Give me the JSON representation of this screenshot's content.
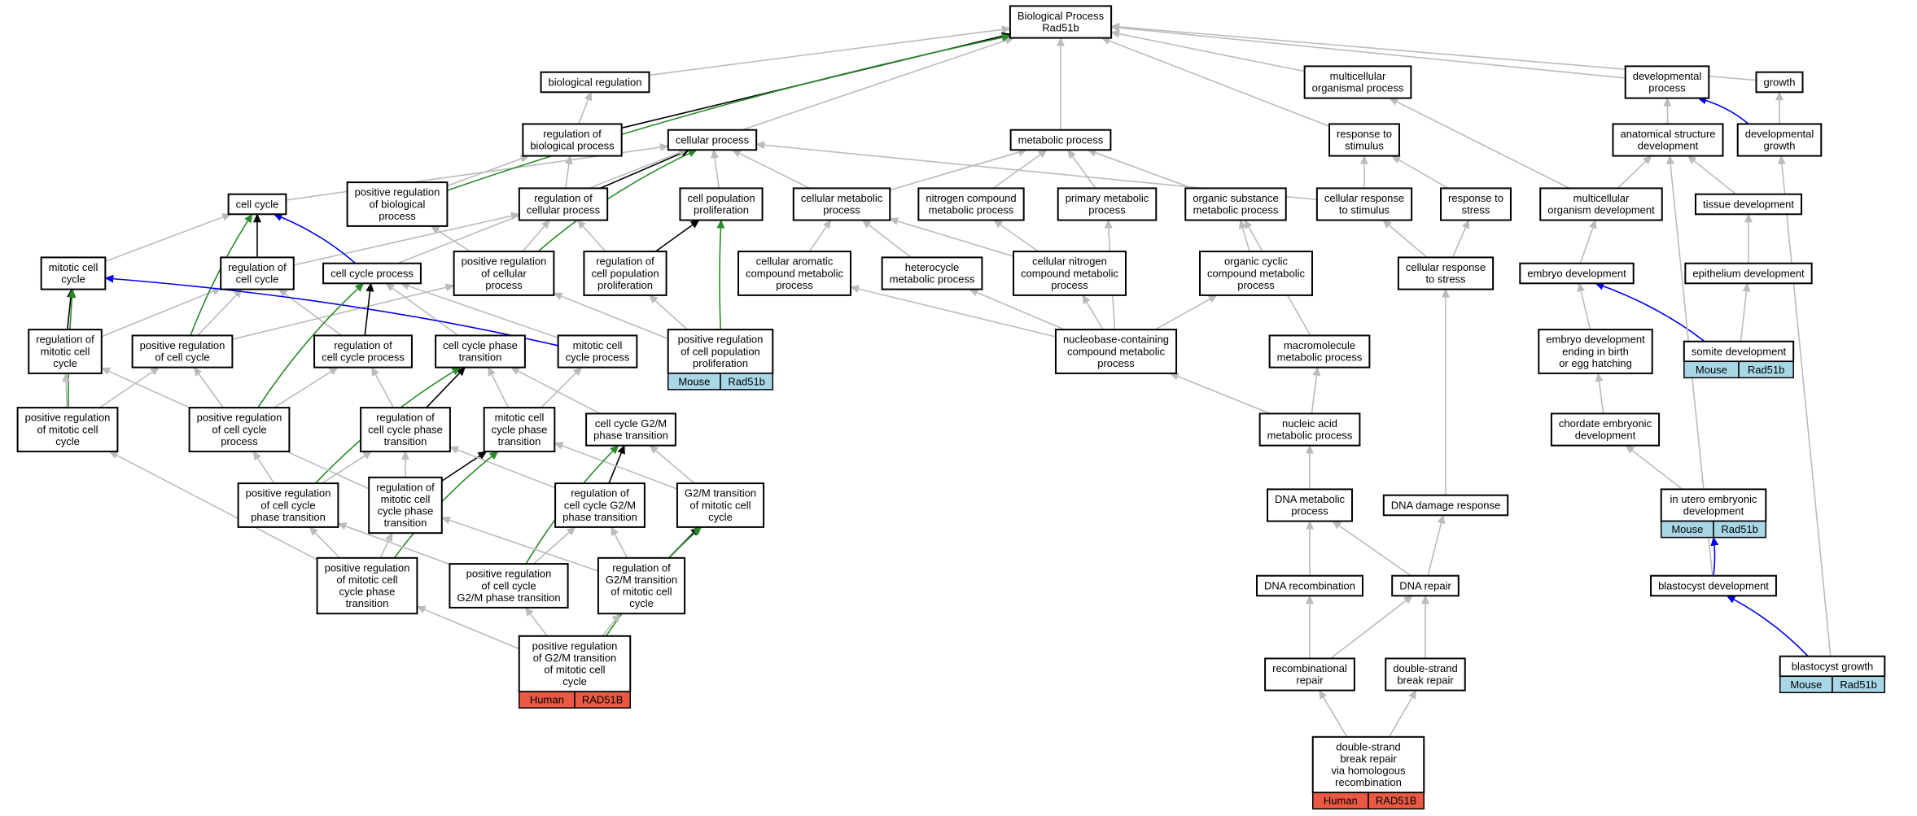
{
  "title": "Biological Process Rad51b",
  "colors": {
    "edge_is_a": "#bbbbbb",
    "edge_part_of": "#000000",
    "edge_positively_regulates": "#2a8a2a",
    "edge_regulates_direct": "#0000ee",
    "tag_mouse": "#a9d7e6",
    "tag_human": "#ea5a43"
  },
  "nodes": [
    {
      "id": "bp",
      "lines": [
        "Biological Process",
        "Rad51b"
      ]
    },
    {
      "id": "bioreg",
      "lines": [
        "biological regulation"
      ]
    },
    {
      "id": "multiorg",
      "lines": [
        "multicellular",
        "organismal process"
      ]
    },
    {
      "id": "devproc",
      "lines": [
        "developmental",
        "process"
      ]
    },
    {
      "id": "growth",
      "lines": [
        "growth"
      ]
    },
    {
      "id": "regbio",
      "lines": [
        "regulation of",
        "biological process"
      ]
    },
    {
      "id": "cellproc",
      "lines": [
        "cellular process"
      ]
    },
    {
      "id": "metab",
      "lines": [
        "metabolic process"
      ]
    },
    {
      "id": "respstim",
      "lines": [
        "response to",
        "stimulus"
      ]
    },
    {
      "id": "anatdev",
      "lines": [
        "anatomical structure",
        "development"
      ]
    },
    {
      "id": "devgrowth",
      "lines": [
        "developmental",
        "growth"
      ]
    },
    {
      "id": "cellcycle",
      "lines": [
        "cell cycle"
      ]
    },
    {
      "id": "posregbio",
      "lines": [
        "positive regulation",
        "of biological",
        "process"
      ]
    },
    {
      "id": "regcell",
      "lines": [
        "regulation of",
        "cellular process"
      ]
    },
    {
      "id": "cellpopprol",
      "lines": [
        "cell population",
        "proliferation"
      ]
    },
    {
      "id": "cellmetab",
      "lines": [
        "cellular metabolic",
        "process"
      ]
    },
    {
      "id": "nitrometab",
      "lines": [
        "nitrogen compound",
        "metabolic process"
      ]
    },
    {
      "id": "primmetab",
      "lines": [
        "primary metabolic",
        "process"
      ]
    },
    {
      "id": "orgsubst",
      "lines": [
        "organic substance",
        "metabolic process"
      ]
    },
    {
      "id": "cellresp",
      "lines": [
        "cellular response",
        "to stimulus"
      ]
    },
    {
      "id": "respstress",
      "lines": [
        "response to",
        "stress"
      ]
    },
    {
      "id": "multidev",
      "lines": [
        "multicellular",
        "organism development"
      ]
    },
    {
      "id": "tissuedev",
      "lines": [
        "tissue development"
      ]
    },
    {
      "id": "mitcc",
      "lines": [
        "mitotic cell",
        "cycle"
      ]
    },
    {
      "id": "regcc",
      "lines": [
        "regulation of",
        "cell cycle"
      ]
    },
    {
      "id": "ccproc",
      "lines": [
        "cell cycle process"
      ]
    },
    {
      "id": "posregcell",
      "lines": [
        "positive regulation",
        "of cellular",
        "process"
      ]
    },
    {
      "id": "regcellpop",
      "lines": [
        "regulation of",
        "cell population",
        "proliferation"
      ]
    },
    {
      "id": "cellarom",
      "lines": [
        "cellular aromatic",
        "compound metabolic",
        "process"
      ]
    },
    {
      "id": "hetero",
      "lines": [
        "heterocycle",
        "metabolic process"
      ]
    },
    {
      "id": "cellnitro",
      "lines": [
        "cellular nitrogen",
        "compound metabolic",
        "process"
      ]
    },
    {
      "id": "orgcyclic",
      "lines": [
        "organic cyclic",
        "compound metabolic",
        "process"
      ]
    },
    {
      "id": "cellrespstress",
      "lines": [
        "cellular response",
        "to stress"
      ]
    },
    {
      "id": "embryodev",
      "lines": [
        "embryo development"
      ]
    },
    {
      "id": "epithdev",
      "lines": [
        "epithelium development"
      ]
    },
    {
      "id": "regmitcc",
      "lines": [
        "regulation of",
        "mitotic cell",
        "cycle"
      ]
    },
    {
      "id": "posregcc",
      "lines": [
        "positive regulation",
        "of cell cycle"
      ]
    },
    {
      "id": "regccproc",
      "lines": [
        "regulation of",
        "cell cycle process"
      ]
    },
    {
      "id": "ccphase",
      "lines": [
        "cell cycle phase",
        "transition"
      ]
    },
    {
      "id": "mitccproc",
      "lines": [
        "mitotic cell",
        "cycle process"
      ]
    },
    {
      "id": "posregcellpop",
      "lines": [
        "positive regulation",
        "of cell population",
        "proliferation"
      ],
      "tags": [
        "Mouse",
        "Rad51b"
      ]
    },
    {
      "id": "nucleobase",
      "lines": [
        "nucleobase-containing",
        "compound metabolic",
        "process"
      ]
    },
    {
      "id": "macromol",
      "lines": [
        "macromolecule",
        "metabolic process"
      ]
    },
    {
      "id": "embryoend",
      "lines": [
        "embryo development",
        "ending in birth",
        "or egg hatching"
      ]
    },
    {
      "id": "somite",
      "lines": [
        "somite development"
      ],
      "tags": [
        "Mouse",
        "Rad51b"
      ]
    },
    {
      "id": "posregmitcc",
      "lines": [
        "positive regulation",
        "of mitotic cell",
        "cycle"
      ]
    },
    {
      "id": "posregccproc",
      "lines": [
        "positive regulation",
        "of cell cycle",
        "process"
      ]
    },
    {
      "id": "regccphase",
      "lines": [
        "regulation of",
        "cell cycle phase",
        "transition"
      ]
    },
    {
      "id": "mitccphase",
      "lines": [
        "mitotic cell",
        "cycle phase",
        "transition"
      ]
    },
    {
      "id": "ccg2m",
      "lines": [
        "cell cycle G2/M",
        "phase transition"
      ]
    },
    {
      "id": "nucacid",
      "lines": [
        "nucleic acid",
        "metabolic process"
      ]
    },
    {
      "id": "chordate",
      "lines": [
        "chordate embryonic",
        "development"
      ]
    },
    {
      "id": "posregccphase",
      "lines": [
        "positive regulation",
        "of cell cycle",
        "phase transition"
      ]
    },
    {
      "id": "regmitccphase",
      "lines": [
        "regulation of",
        "mitotic cell",
        "cycle phase",
        "transition"
      ]
    },
    {
      "id": "regccg2m",
      "lines": [
        "regulation of",
        "cell cycle G2/M",
        "phase transition"
      ]
    },
    {
      "id": "g2mmit",
      "lines": [
        "G2/M transition",
        "of mitotic cell",
        "cycle"
      ]
    },
    {
      "id": "dnametab",
      "lines": [
        "DNA metabolic",
        "process"
      ]
    },
    {
      "id": "dnadamage",
      "lines": [
        "DNA damage response"
      ]
    },
    {
      "id": "inutero",
      "lines": [
        "in utero embryonic",
        "development"
      ],
      "tags": [
        "Mouse",
        "Rad51b"
      ]
    },
    {
      "id": "posregmitccphase",
      "lines": [
        "positive regulation",
        "of mitotic cell",
        "cycle phase",
        "transition"
      ]
    },
    {
      "id": "posregccg2m",
      "lines": [
        "positive regulation",
        "of cell cycle",
        "G2/M phase transition"
      ]
    },
    {
      "id": "regg2mmit",
      "lines": [
        "regulation of",
        "G2/M transition",
        "of mitotic cell",
        "cycle"
      ]
    },
    {
      "id": "dnarecomb",
      "lines": [
        "DNA recombination"
      ]
    },
    {
      "id": "dnarepair",
      "lines": [
        "DNA repair"
      ]
    },
    {
      "id": "blastdev",
      "lines": [
        "blastocyst development"
      ]
    },
    {
      "id": "posregg2mmit",
      "lines": [
        "positive regulation",
        "of G2/M transition",
        "of mitotic cell",
        "cycle"
      ],
      "tags": [
        "Human",
        "RAD51B"
      ]
    },
    {
      "id": "recombrepair",
      "lines": [
        "recombinational",
        "repair"
      ]
    },
    {
      "id": "dsbrepair",
      "lines": [
        "double-strand",
        "break repair"
      ]
    },
    {
      "id": "blastgrowth",
      "lines": [
        "blastocyst growth"
      ],
      "tags": [
        "Mouse",
        "Rad51b"
      ]
    },
    {
      "id": "dsbhomol",
      "lines": [
        "double-strand",
        "break repair",
        "via homologous",
        "recombination"
      ],
      "tags": [
        "Human",
        "RAD51B"
      ]
    }
  ],
  "edges": [
    [
      "bioreg",
      "bp",
      "is_a"
    ],
    [
      "multiorg",
      "bp",
      "is_a"
    ],
    [
      "devproc",
      "bp",
      "is_a"
    ],
    [
      "growth",
      "bp",
      "is_a"
    ],
    [
      "regbio",
      "bp",
      "part_of"
    ],
    [
      "regbio",
      "bioreg",
      "is_a"
    ],
    [
      "cellproc",
      "bp",
      "is_a"
    ],
    [
      "metab",
      "bp",
      "is_a"
    ],
    [
      "respstim",
      "bp",
      "is_a"
    ],
    [
      "anatdev",
      "devproc",
      "is_a"
    ],
    [
      "devgrowth",
      "devproc",
      "regulates"
    ],
    [
      "devgrowth",
      "growth",
      "is_a"
    ],
    [
      "cellcycle",
      "cellproc",
      "is_a"
    ],
    [
      "posregbio",
      "bp",
      "positively_regulates"
    ],
    [
      "posregbio",
      "regbio",
      "is_a"
    ],
    [
      "regcell",
      "regbio",
      "is_a"
    ],
    [
      "regcell",
      "cellproc",
      "part_of"
    ],
    [
      "cellpopprol",
      "cellproc",
      "is_a"
    ],
    [
      "cellmetab",
      "cellproc",
      "is_a"
    ],
    [
      "cellmetab",
      "metab",
      "is_a"
    ],
    [
      "nitrometab",
      "metab",
      "is_a"
    ],
    [
      "primmetab",
      "metab",
      "is_a"
    ],
    [
      "orgsubst",
      "metab",
      "is_a"
    ],
    [
      "cellresp",
      "cellproc",
      "is_a"
    ],
    [
      "cellresp",
      "respstim",
      "is_a"
    ],
    [
      "respstress",
      "respstim",
      "is_a"
    ],
    [
      "multidev",
      "multiorg",
      "is_a"
    ],
    [
      "multidev",
      "anatdev",
      "is_a"
    ],
    [
      "tissuedev",
      "anatdev",
      "is_a"
    ],
    [
      "mitcc",
      "cellcycle",
      "is_a"
    ],
    [
      "regcc",
      "cellcycle",
      "part_of"
    ],
    [
      "regcc",
      "regcell",
      "is_a"
    ],
    [
      "ccproc",
      "cellcycle",
      "regulates"
    ],
    [
      "ccproc",
      "cellproc",
      "is_a"
    ],
    [
      "posregcell",
      "cellproc",
      "positively_regulates"
    ],
    [
      "posregcell",
      "regcell",
      "is_a"
    ],
    [
      "posregcell",
      "posregbio",
      "is_a"
    ],
    [
      "regcellpop",
      "cellpopprol",
      "part_of"
    ],
    [
      "regcellpop",
      "regcell",
      "is_a"
    ],
    [
      "cellarom",
      "cellmetab",
      "is_a"
    ],
    [
      "hetero",
      "cellmetab",
      "is_a"
    ],
    [
      "cellnitro",
      "cellmetab",
      "is_a"
    ],
    [
      "cellnitro",
      "nitrometab",
      "is_a"
    ],
    [
      "orgcyclic",
      "orgsubst",
      "is_a"
    ],
    [
      "cellrespstress",
      "cellresp",
      "is_a"
    ],
    [
      "cellrespstress",
      "respstress",
      "is_a"
    ],
    [
      "embryodev",
      "multidev",
      "is_a"
    ],
    [
      "epithdev",
      "tissuedev",
      "is_a"
    ],
    [
      "regmitcc",
      "mitcc",
      "part_of"
    ],
    [
      "regmitcc",
      "regcc",
      "is_a"
    ],
    [
      "posregcc",
      "cellcycle",
      "positively_regulates"
    ],
    [
      "posregcc",
      "regcc",
      "is_a"
    ],
    [
      "posregcc",
      "posregcell",
      "is_a"
    ],
    [
      "regccproc",
      "ccproc",
      "part_of"
    ],
    [
      "regccproc",
      "regcc",
      "is_a"
    ],
    [
      "ccphase",
      "ccproc",
      "is_a"
    ],
    [
      "mitccproc",
      "mitcc",
      "regulates"
    ],
    [
      "mitccproc",
      "ccproc",
      "is_a"
    ],
    [
      "posregcellpop",
      "cellpopprol",
      "positively_regulates"
    ],
    [
      "posregcellpop",
      "regcellpop",
      "is_a"
    ],
    [
      "posregcellpop",
      "posregcell",
      "is_a"
    ],
    [
      "nucleobase",
      "cellarom",
      "is_a"
    ],
    [
      "nucleobase",
      "hetero",
      "is_a"
    ],
    [
      "nucleobase",
      "cellnitro",
      "is_a"
    ],
    [
      "nucleobase",
      "orgcyclic",
      "is_a"
    ],
    [
      "nucleobase",
      "primmetab",
      "is_a"
    ],
    [
      "macromol",
      "orgsubst",
      "is_a"
    ],
    [
      "embryoend",
      "embryodev",
      "is_a"
    ],
    [
      "somite",
      "embryodev",
      "regulates"
    ],
    [
      "somite",
      "epithdev",
      "is_a"
    ],
    [
      "posregmitcc",
      "mitcc",
      "positively_regulates"
    ],
    [
      "posregmitcc",
      "regmitcc",
      "is_a"
    ],
    [
      "posregmitcc",
      "posregcc",
      "is_a"
    ],
    [
      "posregccproc",
      "ccproc",
      "positively_regulates"
    ],
    [
      "posregccproc",
      "regccproc",
      "is_a"
    ],
    [
      "posregccproc",
      "posregcc",
      "is_a"
    ],
    [
      "regccphase",
      "ccphase",
      "part_of"
    ],
    [
      "regccphase",
      "regccproc",
      "is_a"
    ],
    [
      "mitccphase",
      "ccphase",
      "is_a"
    ],
    [
      "mitccphase",
      "mitccproc",
      "is_a"
    ],
    [
      "ccg2m",
      "ccphase",
      "is_a"
    ],
    [
      "nucacid",
      "nucleobase",
      "is_a"
    ],
    [
      "nucacid",
      "macromol",
      "is_a"
    ],
    [
      "chordate",
      "embryoend",
      "is_a"
    ],
    [
      "posregccphase",
      "ccphase",
      "positively_regulates"
    ],
    [
      "posregccphase",
      "regccphase",
      "is_a"
    ],
    [
      "posregccphase",
      "posregccproc",
      "is_a"
    ],
    [
      "regmitccphase",
      "mitccphase",
      "part_of"
    ],
    [
      "regmitccphase",
      "regccphase",
      "is_a"
    ],
    [
      "regmitccphase",
      "regmitcc",
      "is_a"
    ],
    [
      "regccg2m",
      "ccg2m",
      "part_of"
    ],
    [
      "regccg2m",
      "regccphase",
      "is_a"
    ],
    [
      "g2mmit",
      "ccg2m",
      "is_a"
    ],
    [
      "g2mmit",
      "mitccphase",
      "is_a"
    ],
    [
      "dnametab",
      "nucacid",
      "is_a"
    ],
    [
      "dnadamage",
      "cellrespstress",
      "is_a"
    ],
    [
      "inutero",
      "chordate",
      "is_a"
    ],
    [
      "posregmitccphase",
      "mitccphase",
      "positively_regulates"
    ],
    [
      "posregmitccphase",
      "regmitccphase",
      "is_a"
    ],
    [
      "posregmitccphase",
      "posregccphase",
      "is_a"
    ],
    [
      "posregmitccphase",
      "posregmitcc",
      "is_a"
    ],
    [
      "posregccg2m",
      "ccg2m",
      "positively_regulates"
    ],
    [
      "posregccg2m",
      "regccg2m",
      "is_a"
    ],
    [
      "posregccg2m",
      "posregccphase",
      "is_a"
    ],
    [
      "regg2mmit",
      "g2mmit",
      "part_of"
    ],
    [
      "regg2mmit",
      "regccg2m",
      "is_a"
    ],
    [
      "regg2mmit",
      "regmitccphase",
      "is_a"
    ],
    [
      "dnarecomb",
      "dnametab",
      "is_a"
    ],
    [
      "dnarepair",
      "dnametab",
      "is_a"
    ],
    [
      "dnarepair",
      "dnadamage",
      "part_of_grey"
    ],
    [
      "blastdev",
      "inutero",
      "regulates"
    ],
    [
      "posregg2mmit",
      "g2mmit",
      "positively_regulates"
    ],
    [
      "posregg2mmit",
      "regg2mmit",
      "is_a"
    ],
    [
      "posregg2mmit",
      "posregccg2m",
      "is_a"
    ],
    [
      "posregg2mmit",
      "posregmitccphase",
      "is_a"
    ],
    [
      "recombrepair",
      "dnarecomb",
      "is_a"
    ],
    [
      "recombrepair",
      "dnarepair",
      "is_a"
    ],
    [
      "dsbrepair",
      "dnarepair",
      "is_a"
    ],
    [
      "blastgrowth",
      "blastdev",
      "regulates"
    ],
    [
      "blastgrowth",
      "devgrowth",
      "is_a"
    ],
    [
      "blastdev",
      "anatdev",
      "is_a"
    ],
    [
      "dsbhomol",
      "recombrepair",
      "is_a"
    ],
    [
      "dsbhomol",
      "dsbrepair",
      "is_a"
    ]
  ]
}
